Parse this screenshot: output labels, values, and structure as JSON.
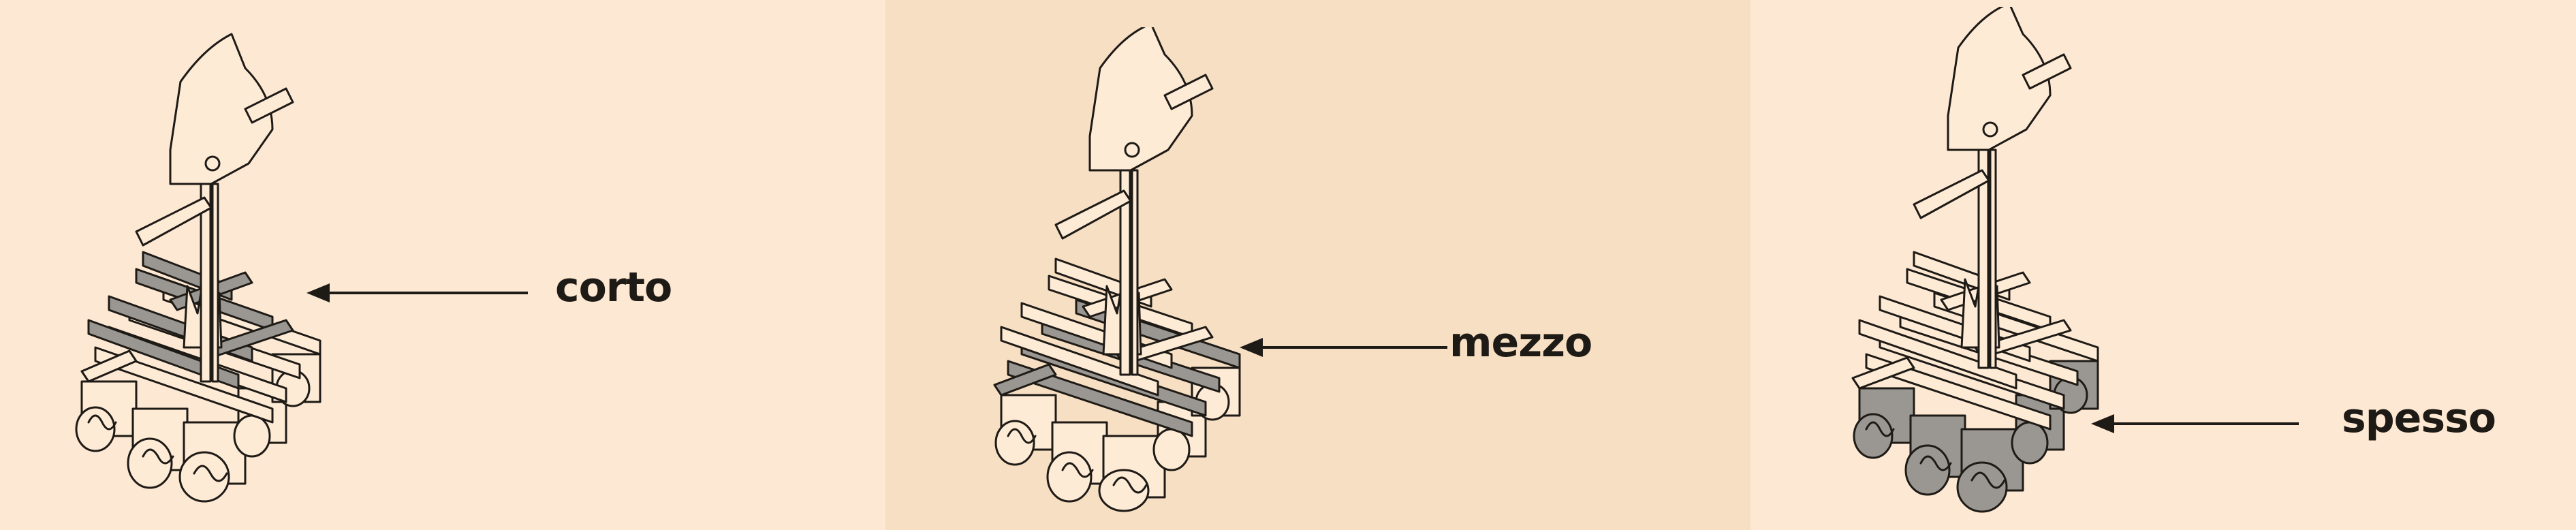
{
  "panels": [
    {
      "label": "corto",
      "background": "#fde9d3",
      "shaded_part": "top sticks"
    },
    {
      "label": "mezzo",
      "background": "#f7dfc3",
      "shaded_part": "middle sticks"
    },
    {
      "label": "spesso",
      "background": "#fde9d3",
      "shaded_part": "bottom logs"
    }
  ],
  "colors": {
    "line": "#1e1a16",
    "wood": "#fdebd6",
    "shade": "#9a9691"
  }
}
